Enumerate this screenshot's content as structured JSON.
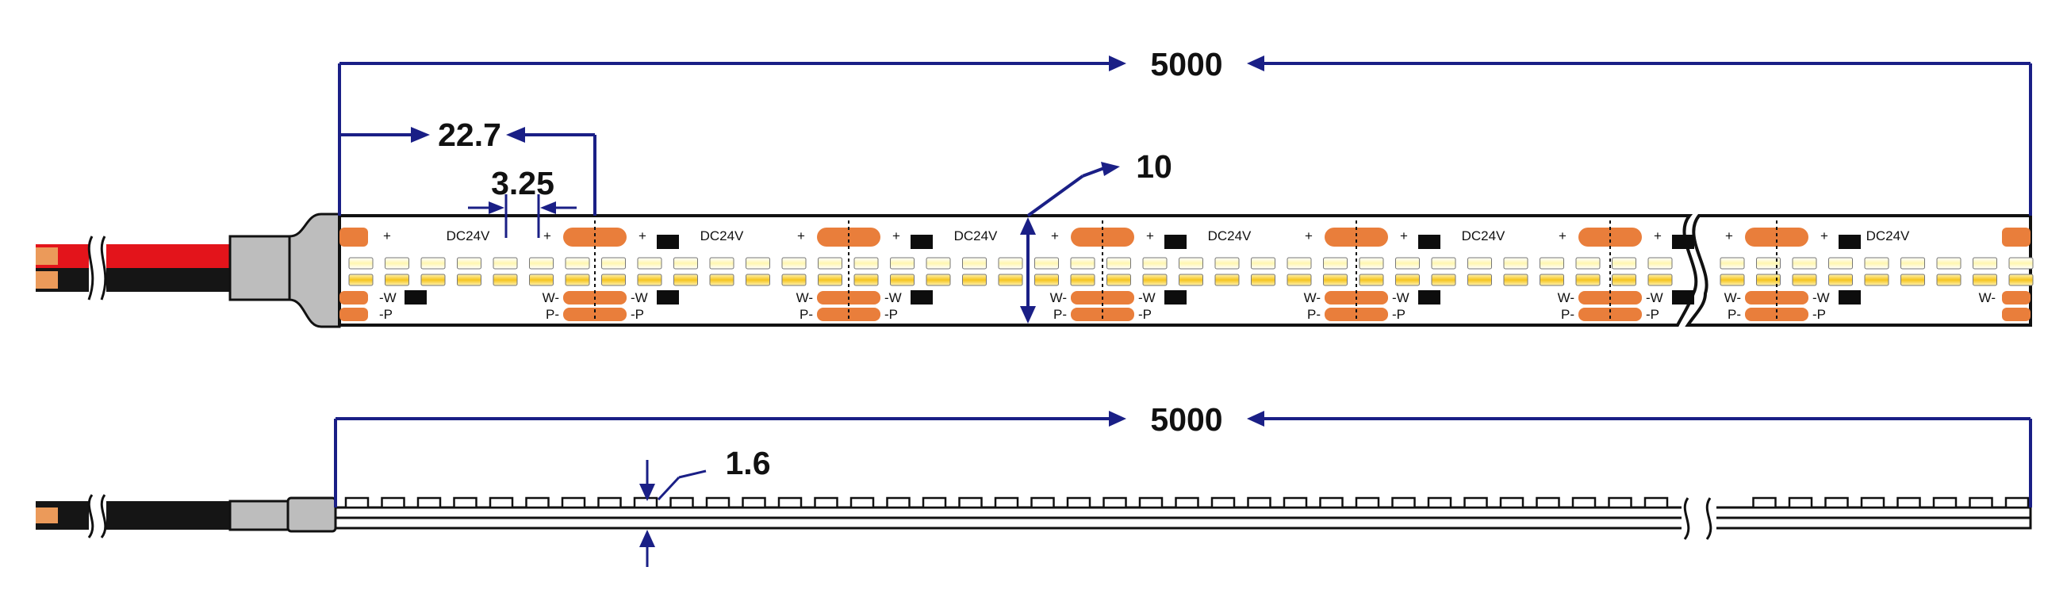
{
  "colors": {
    "dimension_line": "#1a1f86",
    "wire_red": "#e3141b",
    "wire_black": "#151515",
    "copper": "#eb9a5a",
    "connector": "#bdbdbd",
    "pad": "#e97e3b",
    "led_yellow": "#f6c51f",
    "led_white": "#fff6b0",
    "chip": "#0d0d0d",
    "outline": "#111111"
  },
  "top_view": {
    "total_length": "5000",
    "cut_unit": "22.7",
    "led_pitch": "3.25",
    "width": "10",
    "voltage_label": "DC24V",
    "pad_labels": {
      "plus": "+",
      "w_left": "-W",
      "p_left": "-P",
      "w_right": "W-",
      "p_right": "P-"
    }
  },
  "side_view": {
    "total_length": "5000",
    "thickness": "1.6"
  },
  "icons": {
    "break_symbol": "double-wave-break-icon",
    "arrow": "arrowhead-icon"
  }
}
